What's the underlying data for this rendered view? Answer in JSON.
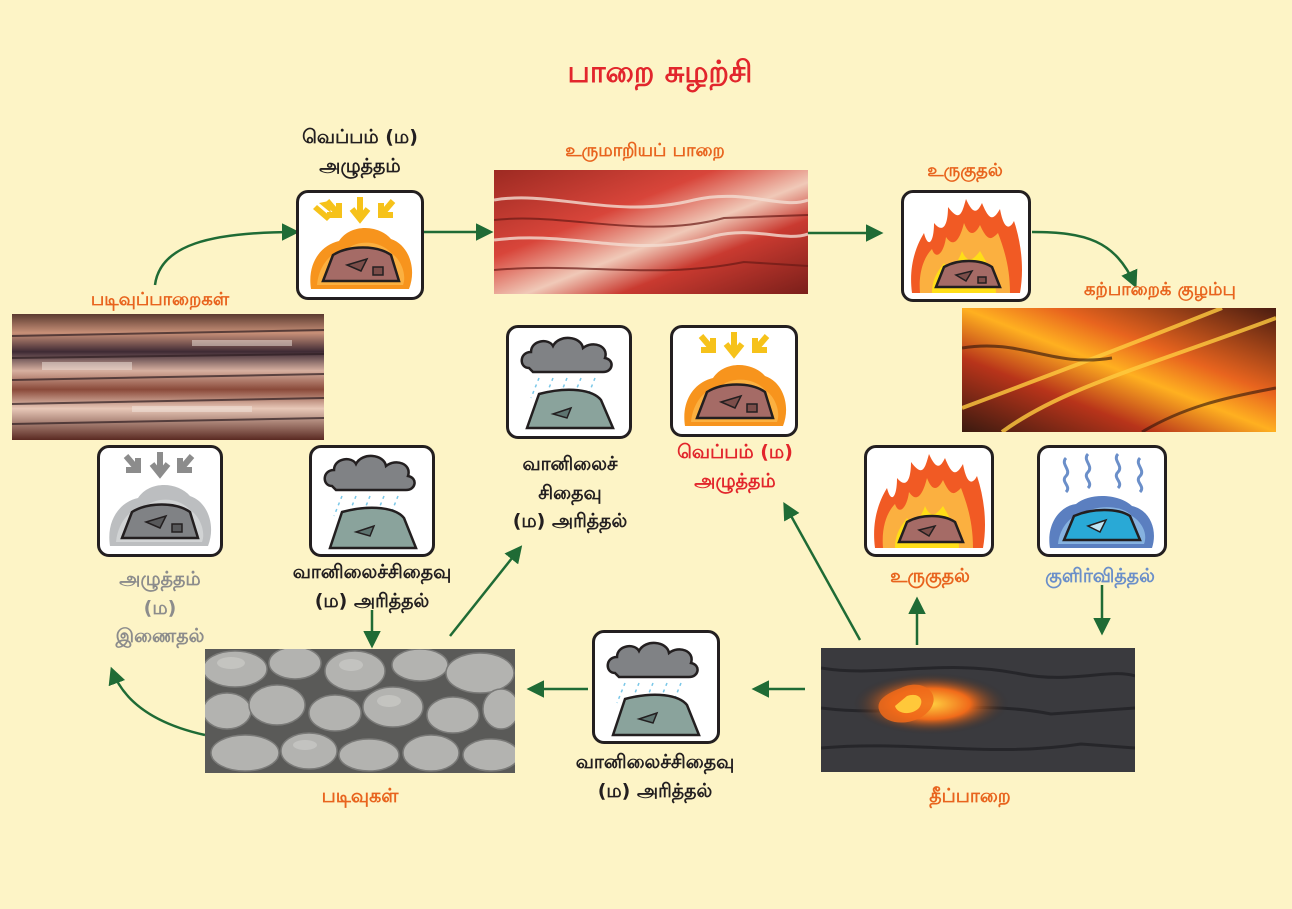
{
  "title": "பாறை சுழற்சி",
  "labels": {
    "heat_pressure_top_1": "வெப்பம் (ம)",
    "heat_pressure_top_2": "அழுத்தம்",
    "metamorphic_rock": "உருமாறியப் பாறை",
    "melting_top": "உருகுதல்",
    "magma": "கற்பாறைக் குழம்பு",
    "sedimentary_rocks": "படிவுப்பாறைகள்",
    "weathering_center_1": "வானிலைச்",
    "weathering_center_2": "சிதைவு",
    "weathering_center_3": "(ம) அரித்தல்",
    "heat_pressure_center_1": "வெப்பம் (ம)",
    "heat_pressure_center_2": "அழுத்தம்",
    "melting_right": "உருகுதல்",
    "cooling": "குளிர்வித்தல்",
    "compaction_1": "அழுத்தம்",
    "compaction_2": "(ம)",
    "compaction_3": "இணைதல்",
    "weathering_left_1": "வானிலைச்சிதைவு",
    "weathering_left_2": "(ம) அரித்தல்",
    "weathering_bottom_1": "வானிலைச்சிதைவு",
    "weathering_bottom_2": "(ம) அரித்தல்",
    "sediments": "படிவுகள்",
    "igneous_rock": "தீப்பாறை"
  },
  "colors": {
    "background": "#fdf4c6",
    "title": "#e2262c",
    "label_orange": "#e8641e",
    "label_grey": "#8c8c8c",
    "label_blue": "#6b8fc9",
    "arrow": "#1f6b35"
  },
  "icons": {
    "heat_pressure": "heat-pressure-icon",
    "melting": "fire-icon",
    "weathering": "rain-cloud-icon",
    "compaction": "compaction-icon",
    "cooling": "cooling-icon"
  }
}
